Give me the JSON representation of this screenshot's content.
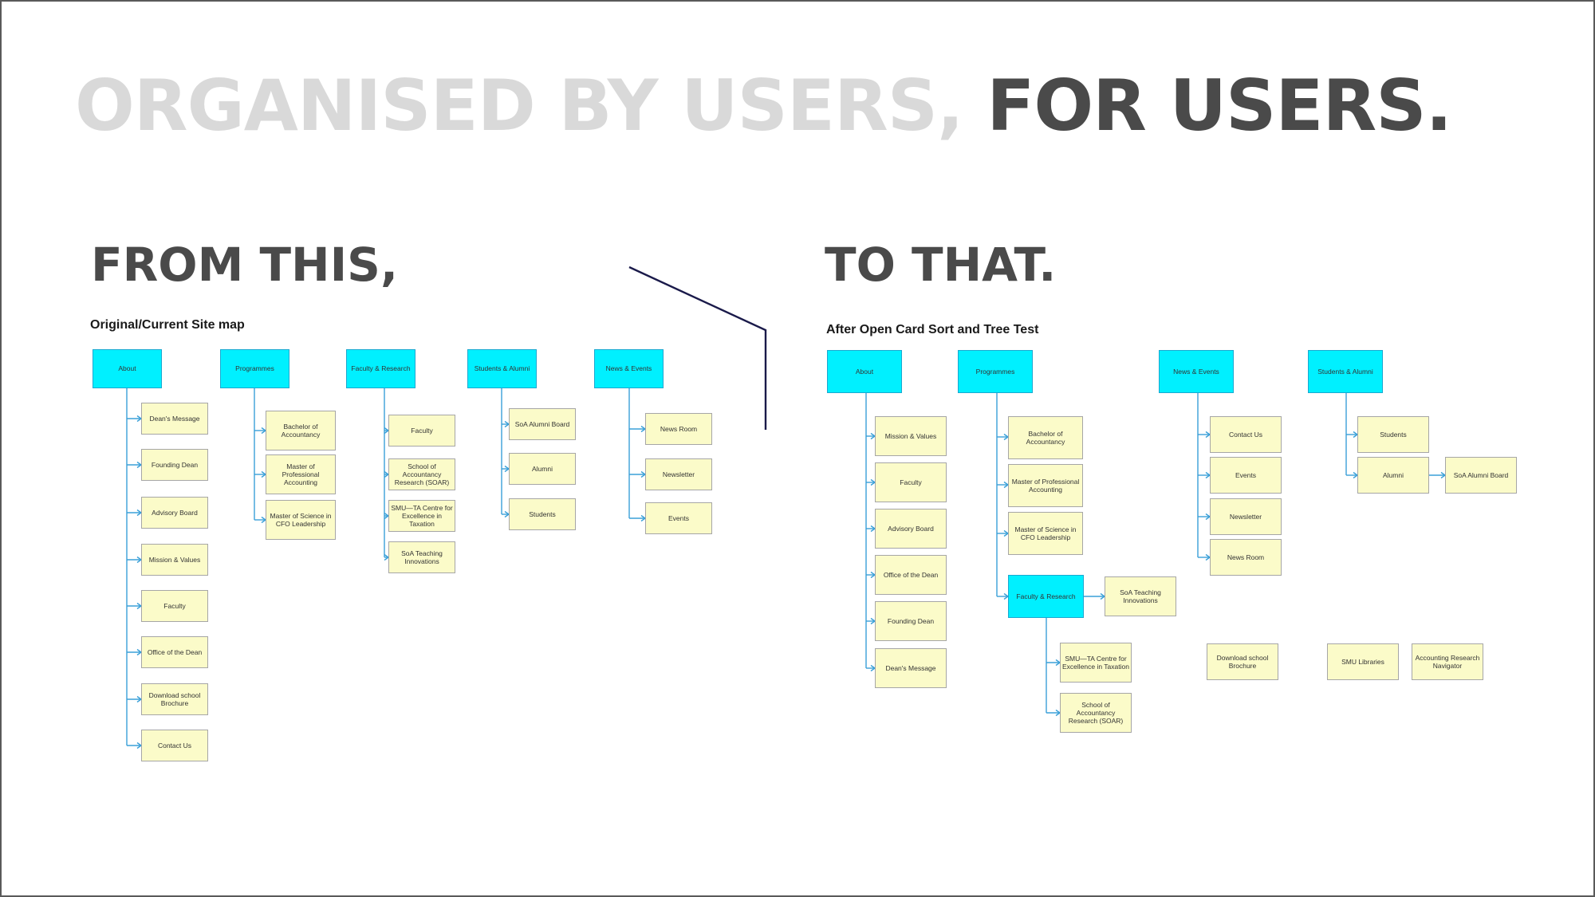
{
  "title": {
    "part1": "ORGANISED BY USERS, ",
    "part2": "FOR USERS."
  },
  "from_heading": "FROM THIS,",
  "to_heading": "TO THAT.",
  "left_map": {
    "caption": "Original/Current Site map",
    "sections": {
      "about": "About",
      "programmes": "Programmes",
      "faculty_research": "Faculty & Research",
      "students_alumni": "Students & Alumni",
      "news_events": "News & Events"
    },
    "about_items": [
      "Dean's Message",
      "Founding Dean",
      "Advisory Board",
      "Mission & Values",
      "Faculty",
      "Office of the Dean",
      "Download school Brochure",
      "Contact Us"
    ],
    "programmes_items": [
      "Bachelor of Accountancy",
      "Master of Professional Accounting",
      "Master of Science in CFO Leadership"
    ],
    "faculty_items": [
      "Faculty",
      "School of Accountancy Research (SOAR)",
      "SMU—TA Centre for Excellence in Taxation",
      "SoA Teaching Innovations"
    ],
    "students_items": [
      "SoA Alumni Board",
      "Alumni",
      "Students"
    ],
    "news_items": [
      "News Room",
      "Newsletter",
      "Events"
    ]
  },
  "right_map": {
    "caption": "After Open Card Sort and Tree Test",
    "sections": {
      "about": "About",
      "programmes": "Programmes",
      "news_events": "News & Events",
      "students_alumni": "Students & Alumni",
      "faculty_research": "Faculty & Research"
    },
    "about_items": [
      "Mission & Values",
      "Faculty",
      "Advisory Board",
      "Office of the Dean",
      "Founding Dean",
      "Dean's Message"
    ],
    "programmes_items": [
      "Bachelor of Accountancy",
      "Master of Professional Accounting",
      "Master of Science in CFO Leadership"
    ],
    "faculty_side": "SoA Teaching Innovations",
    "faculty_items": [
      "SMU—TA Centre for Excellence in Taxation",
      "School of Accountancy Research (SOAR)"
    ],
    "news_items": [
      "Contact Us",
      "Events",
      "Newsletter",
      "News Room"
    ],
    "students_items": [
      "Students",
      "Alumni"
    ],
    "alumni_child": "SoA Alumni Board",
    "standalone": [
      "Download school Brochure",
      "SMU Libraries",
      "Accounting Research Navigator"
    ]
  },
  "colors": {
    "section_fill": "#00f0ff",
    "item_fill": "#fbfbc9",
    "connector": "#3aa0d8",
    "title_light": "#d9d9d9",
    "title_dark": "#4a4a4a"
  }
}
